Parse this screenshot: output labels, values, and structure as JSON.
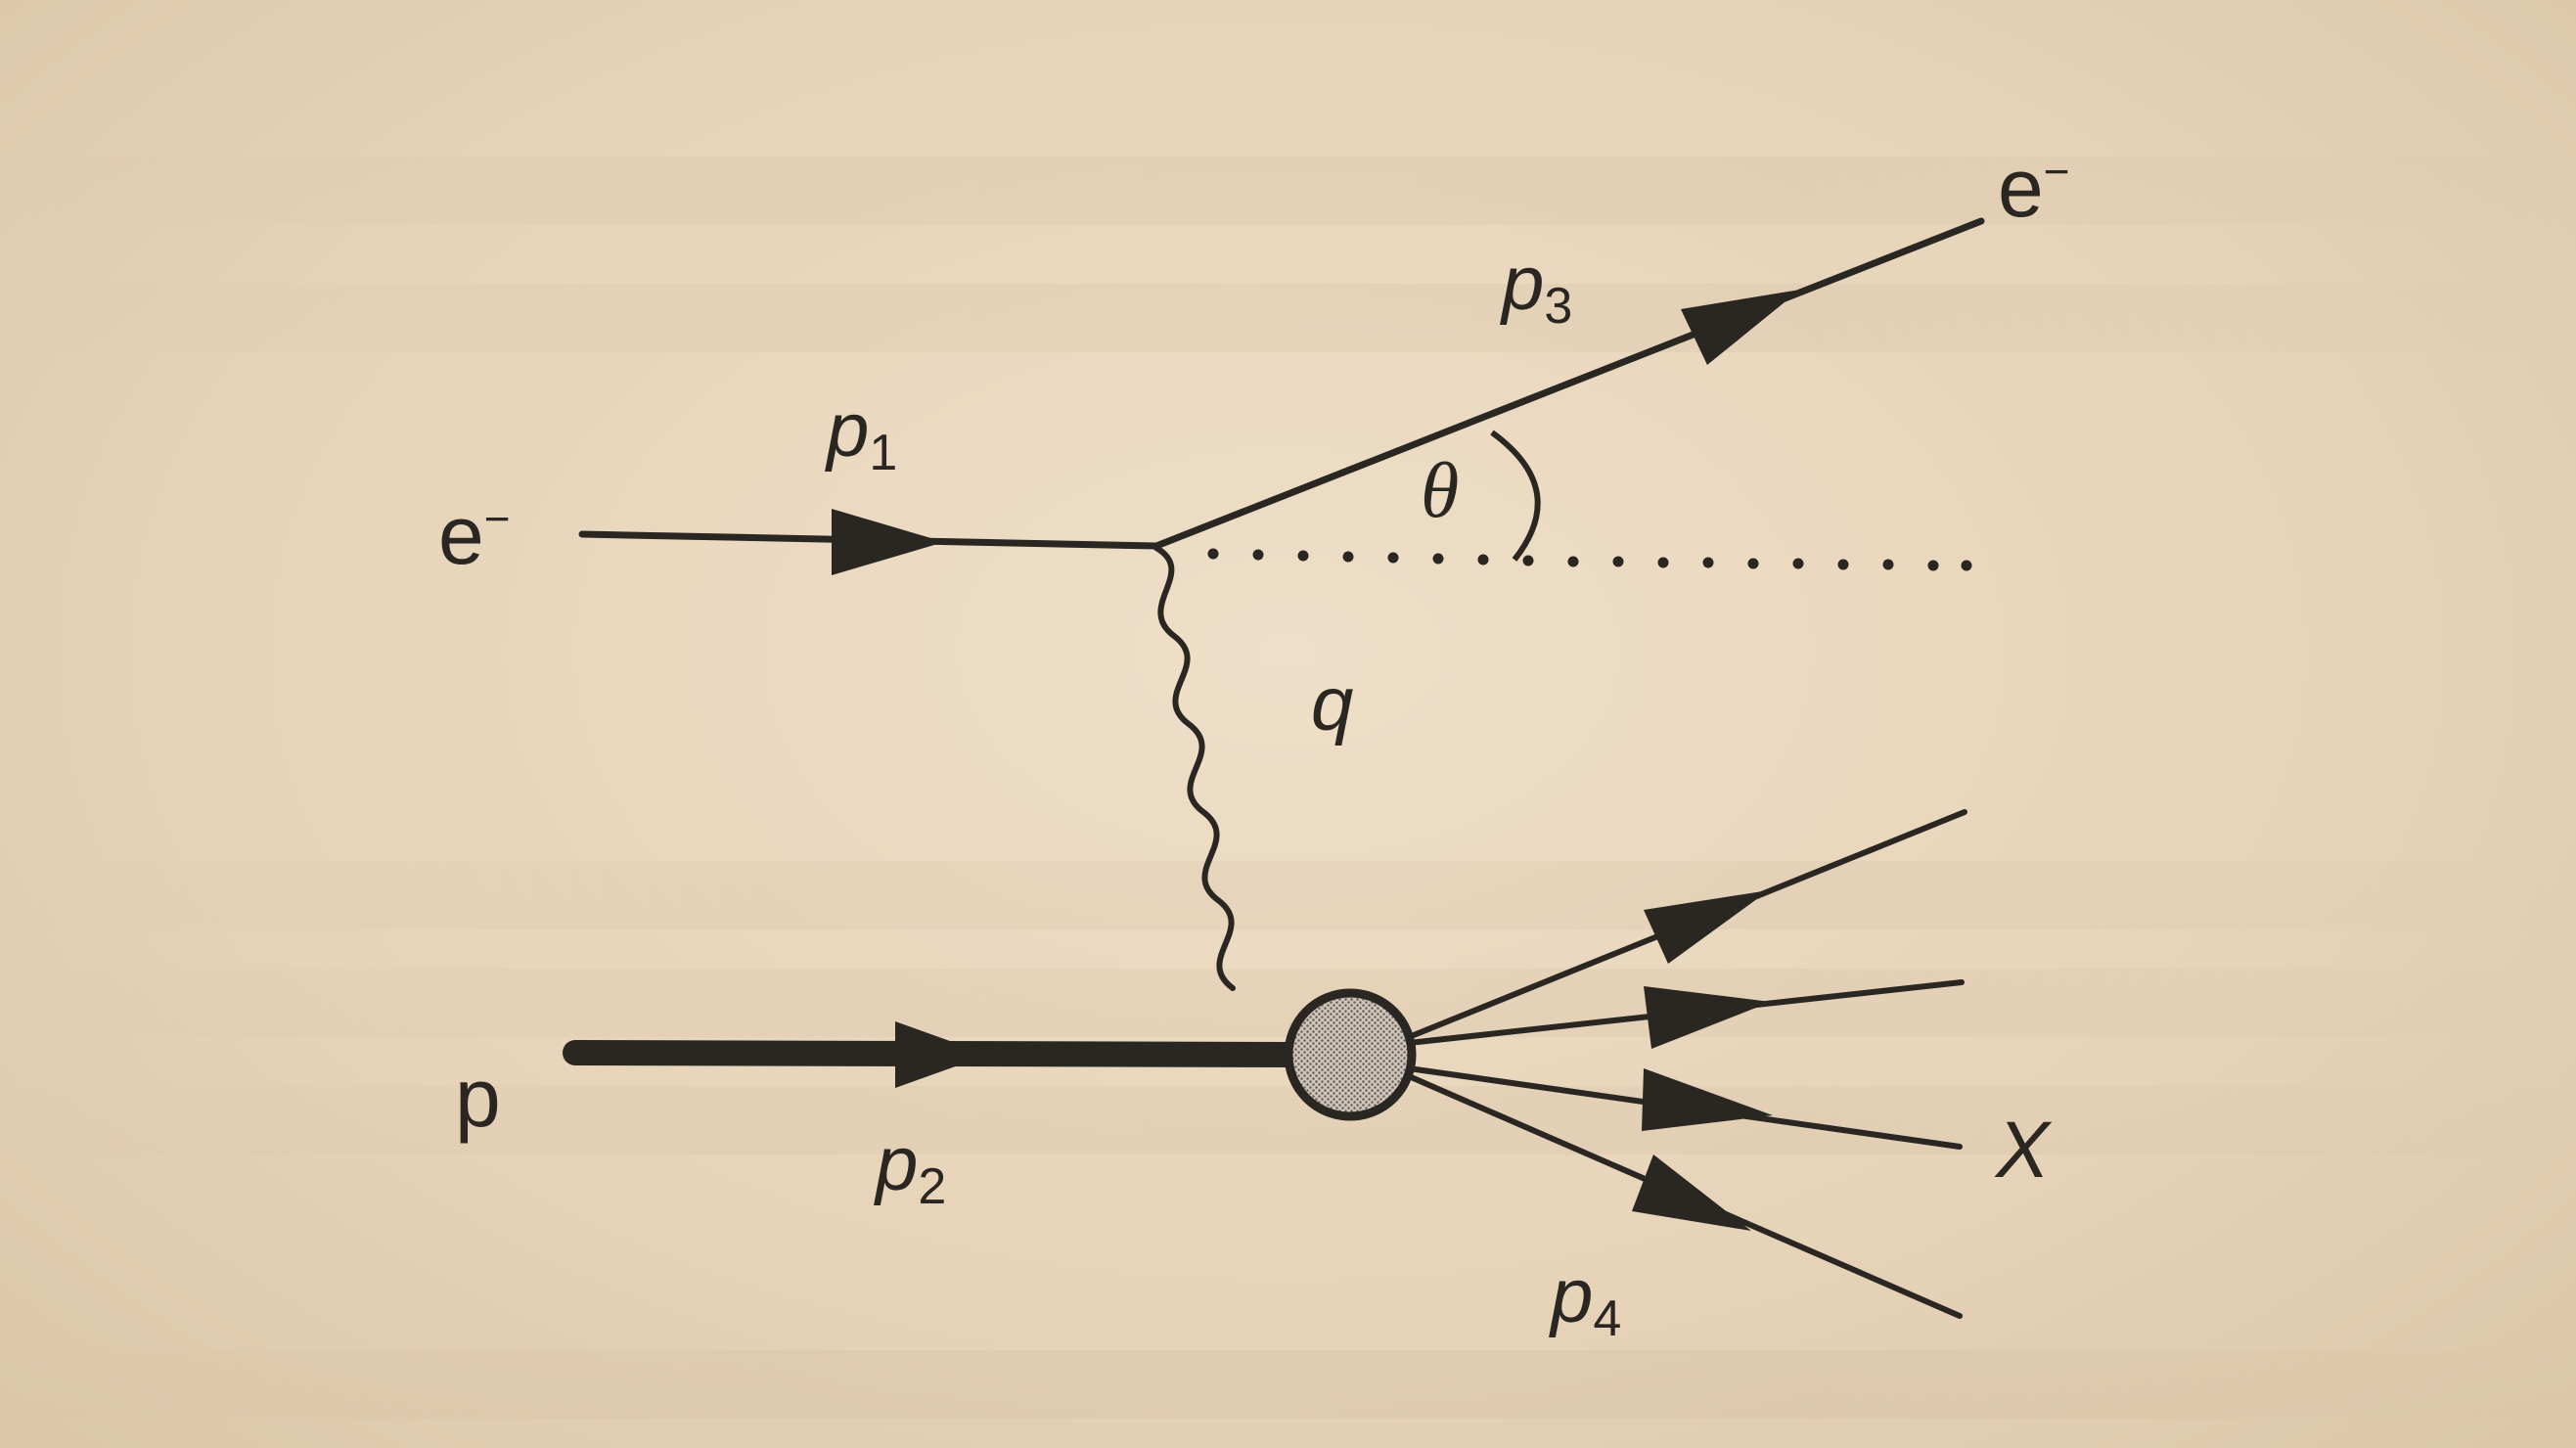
{
  "diagram": {
    "labels": {
      "incoming_electron": {
        "base": "e",
        "sup": "−"
      },
      "outgoing_electron": {
        "base": "e",
        "sup": "−"
      },
      "proton": "p",
      "p1": {
        "base": "p",
        "sub": "1"
      },
      "p2": {
        "base": "p",
        "sub": "2"
      },
      "p3": {
        "base": "p",
        "sub": "3"
      },
      "p4": {
        "base": "p",
        "sub": "4"
      },
      "q": "q",
      "theta": "θ",
      "X": "X"
    },
    "colors": {
      "ink": "#2a2622",
      "paper": "#e8d6bd",
      "blob_fill": "#b5ab9f"
    }
  }
}
